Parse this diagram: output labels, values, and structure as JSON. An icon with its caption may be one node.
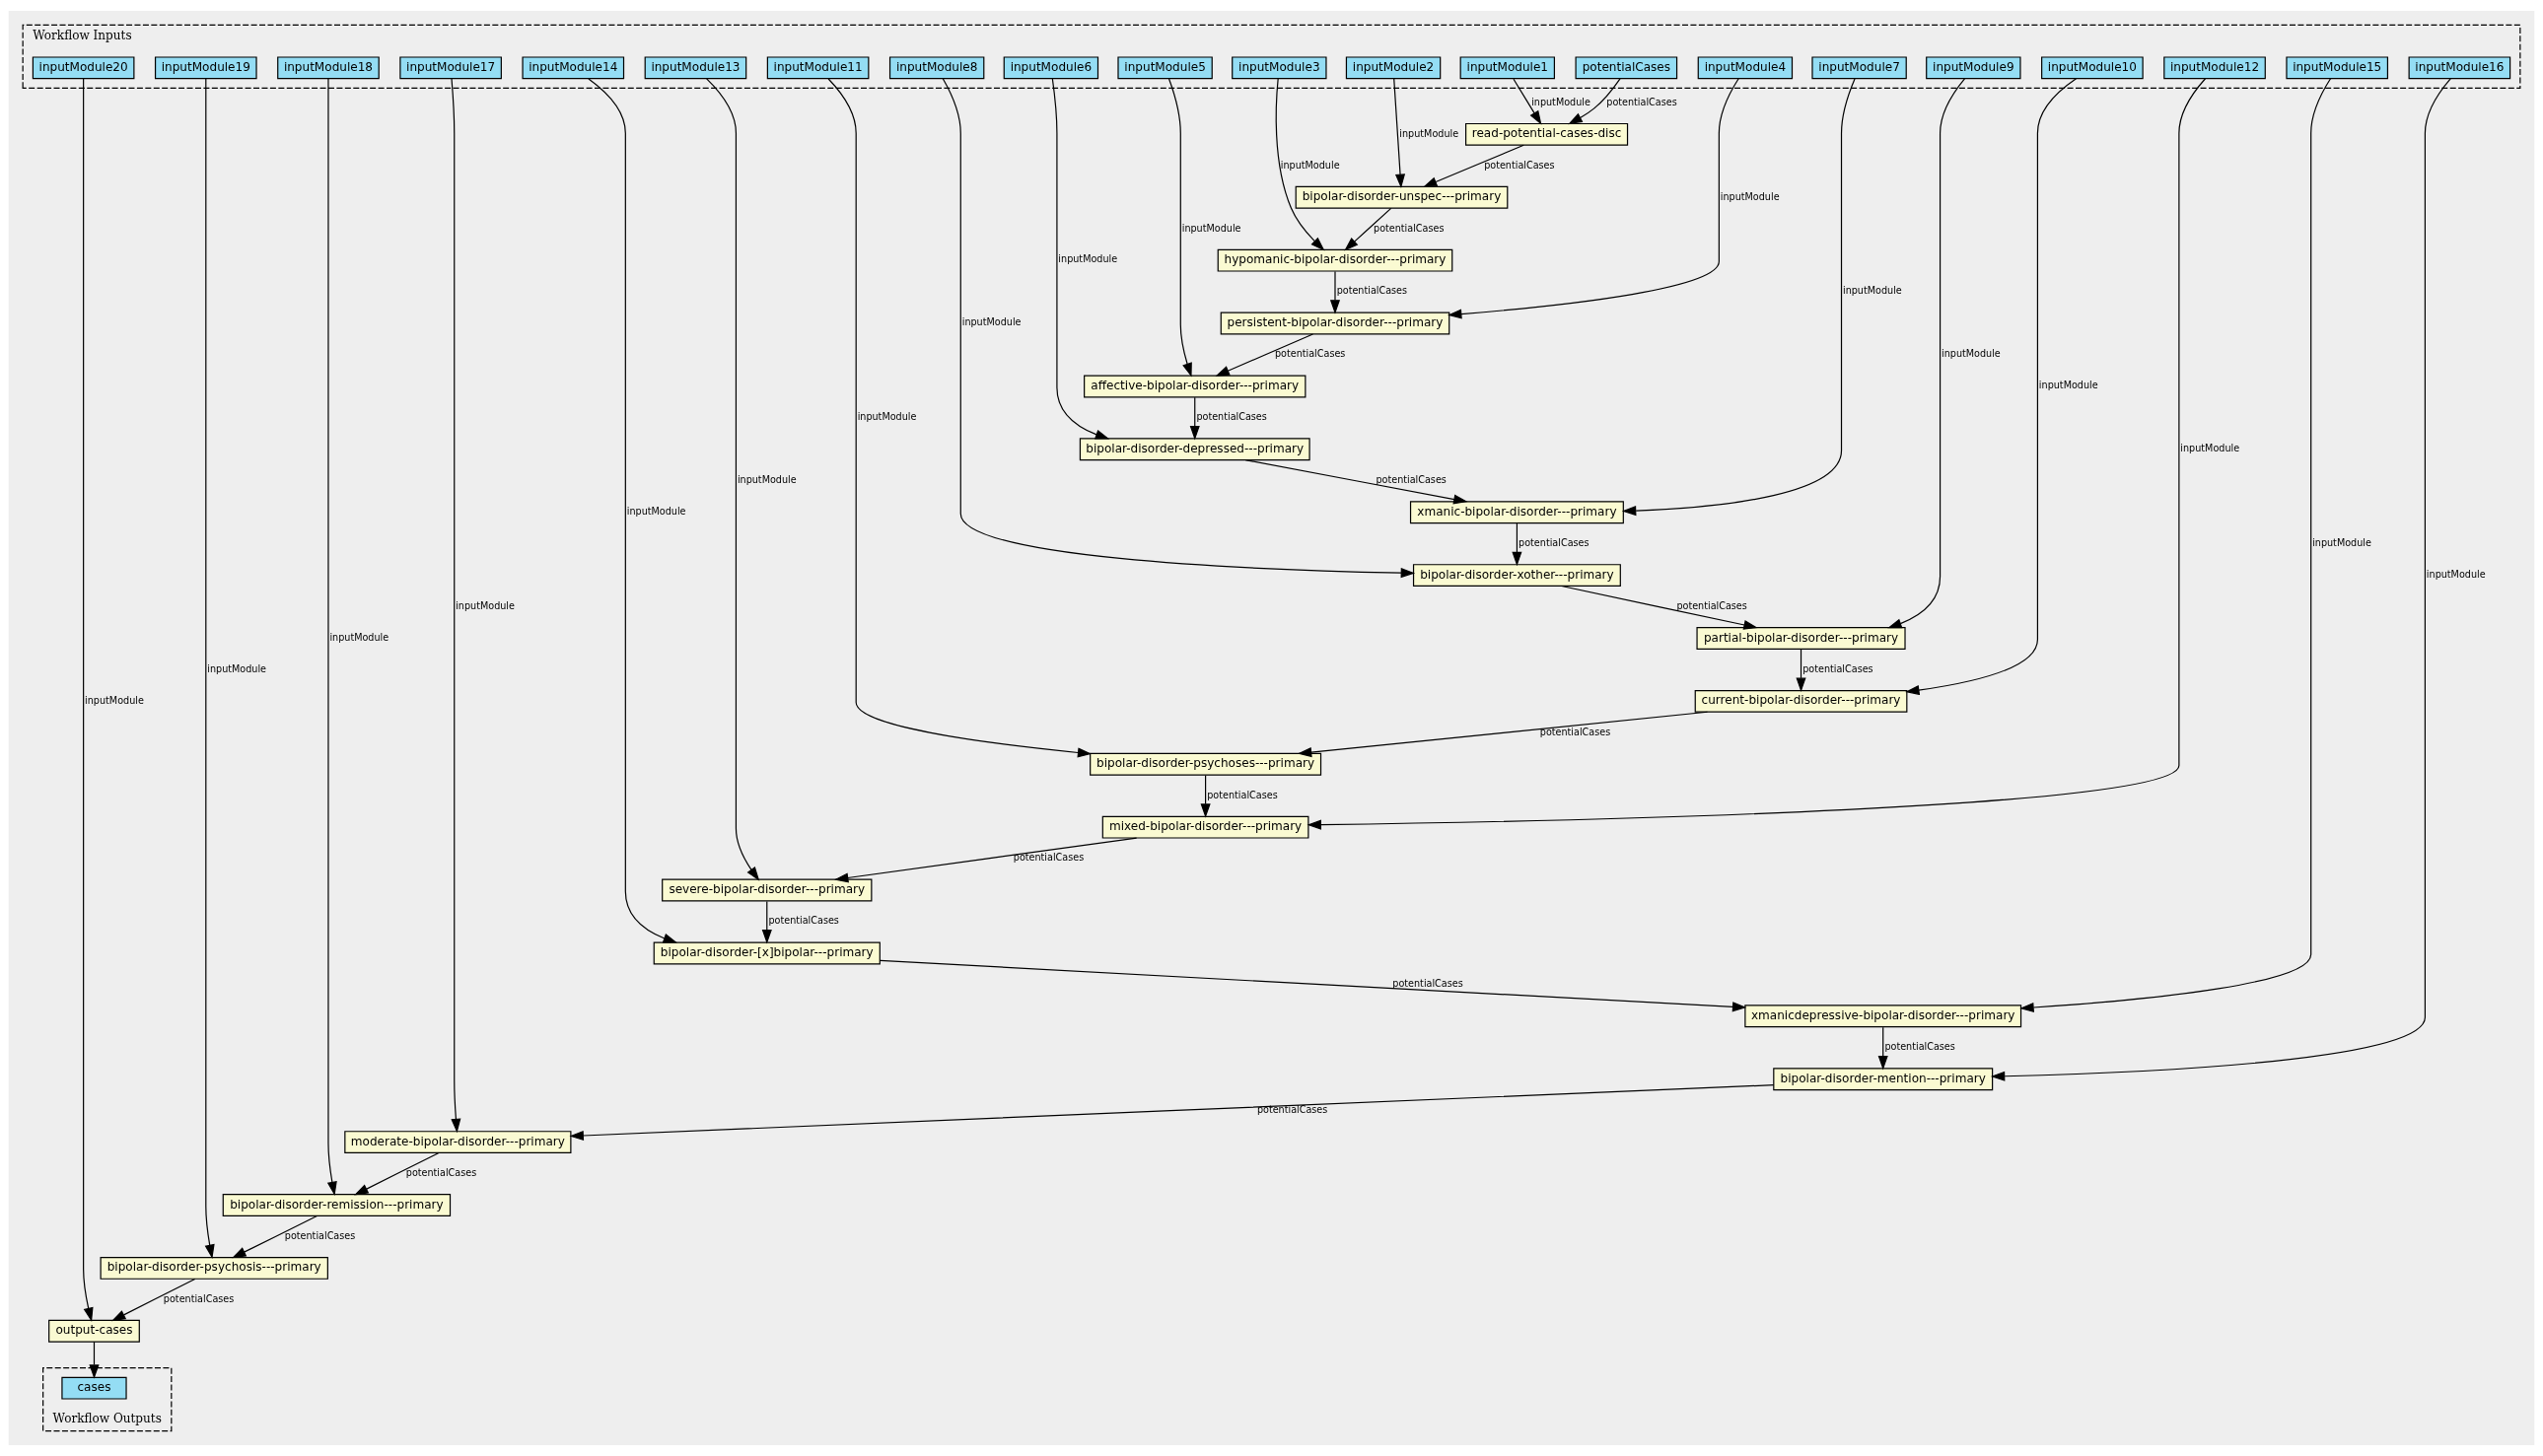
{
  "diagram": {
    "nodes": [
      {
        "text": [
          "Workflow Inputs"
        ]
      },
      {
        "text": [
          "inputModule20"
        ],
        "in": 0
      },
      {
        "text": [
          "inputModule19"
        ],
        "in": 0
      },
      {
        "text": [
          "inputModule18"
        ],
        "in": 0
      },
      {
        "text": [
          "inputModule17"
        ],
        "in": 0
      },
      {
        "text": [
          "inputModule14"
        ],
        "in": 0
      },
      {
        "text": [
          "inputModule13"
        ],
        "in": 0
      },
      {
        "text": [
          "inputModule11"
        ],
        "in": 0
      },
      {
        "text": [
          "inputModule8"
        ],
        "in": 0
      },
      {
        "text": [
          "inputModule6"
        ],
        "in": 0
      },
      {
        "text": [
          "inputModule5"
        ],
        "in": 0
      },
      {
        "text": [
          "inputModule3"
        ],
        "in": 0
      },
      {
        "text": [
          "inputModule2"
        ],
        "in": 0
      },
      {
        "text": [
          "inputModule1"
        ],
        "in": 0
      },
      {
        "text": [
          "potentialCases"
        ],
        "in": 0
      },
      {
        "text": [
          "inputModule4"
        ],
        "in": 0
      },
      {
        "text": [
          "inputModule7"
        ],
        "in": 0
      },
      {
        "text": [
          "inputModule9"
        ],
        "in": 0
      },
      {
        "text": [
          "inputModule10"
        ],
        "in": 0
      },
      {
        "text": [
          "inputModule12"
        ],
        "in": 0
      },
      {
        "text": [
          "inputModule15"
        ],
        "in": 0
      },
      {
        "text": [
          "inputModule16"
        ],
        "in": 0
      },
      {
        "text": [
          "read-potential-cases-disc"
        ]
      },
      {
        "text": [
          "bipolar-disorder-unspec---primary"
        ]
      },
      {
        "text": [
          "hypomanic-bipolar-disorder---primary"
        ]
      },
      {
        "text": [
          "persistent-bipolar-disorder---primary"
        ]
      },
      {
        "text": [
          "affective-bipolar-disorder---primary"
        ]
      },
      {
        "text": [
          "bipolar-disorder-depressed---primary"
        ]
      },
      {
        "text": [
          "xmanic-bipolar-disorder---primary"
        ]
      },
      {
        "text": [
          "bipolar-disorder-xother---primary"
        ]
      },
      {
        "text": [
          "partial-bipolar-disorder---primary"
        ]
      },
      {
        "text": [
          "current-bipolar-disorder---primary"
        ]
      },
      {
        "text": [
          "bipolar-disorder-psychoses---primary"
        ]
      },
      {
        "text": [
          "mixed-bipolar-disorder---primary"
        ]
      },
      {
        "text": [
          "severe-bipolar-disorder---primary"
        ]
      },
      {
        "text": [
          "bipolar-disorder-[x]bipolar---primary"
        ]
      },
      {
        "text": [
          "xmanicdepressive-bipolar-disorder---primary"
        ]
      },
      {
        "text": [
          "bipolar-disorder-mention---primary"
        ]
      },
      {
        "text": [
          "moderate-bipolar-disorder---primary"
        ]
      },
      {
        "text": [
          "bipolar-disorder-remission---primary"
        ]
      },
      {
        "text": [
          "bipolar-disorder-psychosis---primary"
        ]
      },
      {
        "text": [
          "output-cases"
        ]
      },
      {
        "text": [
          "Workflow Outputs"
        ]
      },
      {
        "text": [
          "cases"
        ],
        "in": 42
      }
    ],
    "edges": [
      {
        "from": 13,
        "to": 22,
        "arrow": "to",
        "label": "inputModule"
      },
      {
        "from": 14,
        "to": 22,
        "arrow": "to",
        "label": "potentialCases"
      },
      {
        "from": 22,
        "to": 23,
        "arrow": "to",
        "label": "potentialCases"
      },
      {
        "from": 12,
        "to": 23,
        "arrow": "to",
        "label": "inputModule"
      },
      {
        "from": 23,
        "to": 24,
        "arrow": "to",
        "label": "potentialCases"
      },
      {
        "from": 11,
        "to": 24,
        "arrow": "to",
        "label": "inputModule"
      },
      {
        "from": 24,
        "to": 25,
        "arrow": "to",
        "label": "potentialCases"
      },
      {
        "from": 15,
        "to": 25,
        "arrow": "to",
        "label": "inputModule"
      },
      {
        "from": 25,
        "to": 26,
        "arrow": "to",
        "label": "potentialCases"
      },
      {
        "from": 10,
        "to": 26,
        "arrow": "to",
        "label": "inputModule"
      },
      {
        "from": 26,
        "to": 27,
        "arrow": "to",
        "label": "potentialCases"
      },
      {
        "from": 9,
        "to": 27,
        "arrow": "to",
        "label": "inputModule"
      },
      {
        "from": 27,
        "to": 28,
        "arrow": "to",
        "label": "potentialCases"
      },
      {
        "from": 16,
        "to": 28,
        "arrow": "to",
        "label": "inputModule"
      },
      {
        "from": 28,
        "to": 29,
        "arrow": "to",
        "label": "potentialCases"
      },
      {
        "from": 8,
        "to": 29,
        "arrow": "to",
        "label": "inputModule"
      },
      {
        "from": 29,
        "to": 30,
        "arrow": "to",
        "label": "potentialCases"
      },
      {
        "from": 17,
        "to": 30,
        "arrow": "to",
        "label": "inputModule"
      },
      {
        "from": 30,
        "to": 31,
        "arrow": "to",
        "label": "potentialCases"
      },
      {
        "from": 18,
        "to": 31,
        "arrow": "to",
        "label": "inputModule"
      },
      {
        "from": 31,
        "to": 32,
        "arrow": "to",
        "label": "potentialCases"
      },
      {
        "from": 7,
        "to": 32,
        "arrow": "to",
        "label": "inputModule"
      },
      {
        "from": 32,
        "to": 33,
        "arrow": "to",
        "label": "potentialCases"
      },
      {
        "from": 19,
        "to": 33,
        "arrow": "to",
        "label": "inputModule"
      },
      {
        "from": 33,
        "to": 34,
        "arrow": "to",
        "label": "potentialCases"
      },
      {
        "from": 6,
        "to": 34,
        "arrow": "to",
        "label": "inputModule"
      },
      {
        "from": 34,
        "to": 35,
        "arrow": "to",
        "label": "potentialCases"
      },
      {
        "from": 5,
        "to": 35,
        "arrow": "to",
        "label": "inputModule"
      },
      {
        "from": 35,
        "to": 36,
        "arrow": "to",
        "label": "potentialCases"
      },
      {
        "from": 20,
        "to": 36,
        "arrow": "to",
        "label": "inputModule"
      },
      {
        "from": 36,
        "to": 37,
        "arrow": "to",
        "label": "potentialCases"
      },
      {
        "from": 21,
        "to": 37,
        "arrow": "to",
        "label": "inputModule"
      },
      {
        "from": 37,
        "to": 38,
        "arrow": "to",
        "label": "potentialCases"
      },
      {
        "from": 4,
        "to": 38,
        "arrow": "to",
        "label": "inputModule"
      },
      {
        "from": 38,
        "to": 39,
        "arrow": "to",
        "label": "potentialCases"
      },
      {
        "from": 3,
        "to": 39,
        "arrow": "to",
        "label": "inputModule"
      },
      {
        "from": 39,
        "to": 40,
        "arrow": "to",
        "label": "potentialCases"
      },
      {
        "from": 2,
        "to": 40,
        "arrow": "to",
        "label": "inputModule"
      },
      {
        "from": 40,
        "to": 41,
        "arrow": "to",
        "label": "potentialCases"
      },
      {
        "from": 1,
        "to": 41,
        "arrow": "to",
        "label": "inputModule"
      },
      {
        "from": 41,
        "to": 43,
        "arrow": "to"
      }
    ]
  }
}
